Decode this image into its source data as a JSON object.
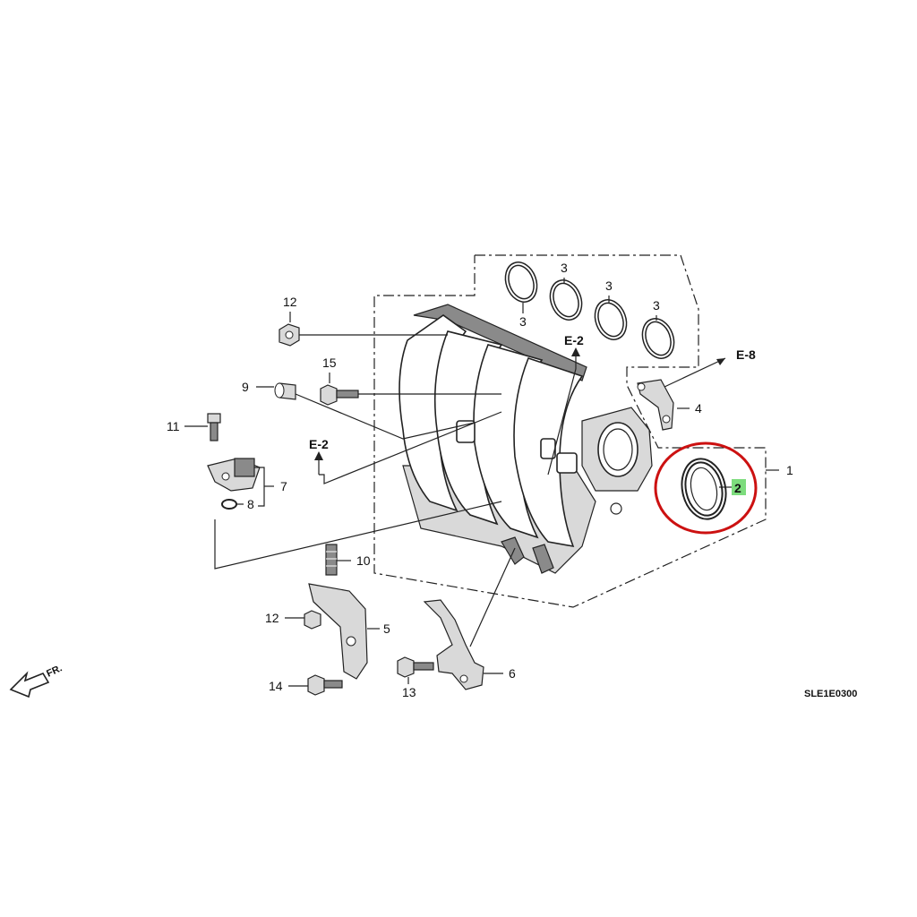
{
  "diagram_code": "SLE1E0300",
  "front_marker": "FR.",
  "highlight": {
    "part": "2",
    "highlight_color": "#cc1111",
    "badge_color": "#7ddc7d"
  },
  "callouts": {
    "c1": "1",
    "c2": "2",
    "c3a": "3",
    "c3b": "3",
    "c3c": "3",
    "c3d": "3",
    "c4": "4",
    "c5": "5",
    "c6": "6",
    "c7": "7",
    "c8": "8",
    "c9": "9",
    "c10": "10",
    "c11": "11",
    "c12a": "12",
    "c12b": "12",
    "c13": "13",
    "c14": "14",
    "c15": "15"
  },
  "refs": {
    "e2_top": "E-2",
    "e2_left": "E-2",
    "e8": "E-8"
  }
}
